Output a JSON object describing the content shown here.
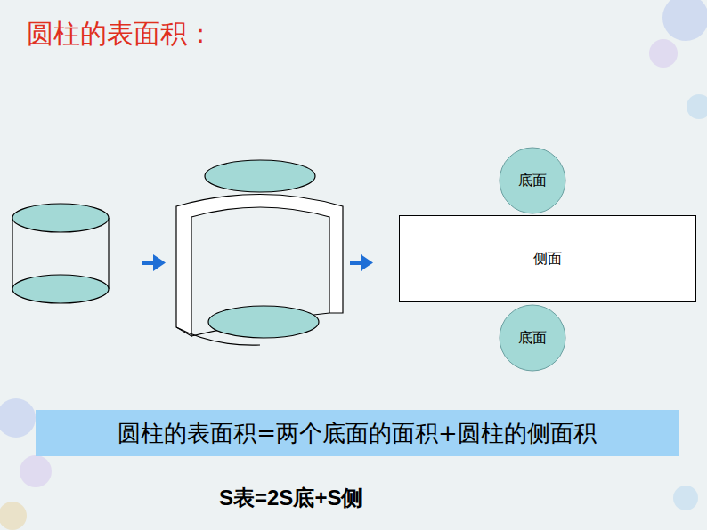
{
  "diagram": {
    "title": "圆柱的表面积：",
    "nodes": [
      {
        "text": [
          "底面"
        ]
      },
      {
        "text": [
          "侧面"
        ]
      },
      {
        "text": [
          "底面"
        ]
      },
      {
        "text": [
          "圆柱的表面积=两个底面的面积+圆柱的侧面积"
        ]
      }
    ],
    "labels": [
      "S表=2S底+S侧"
    ]
  }
}
